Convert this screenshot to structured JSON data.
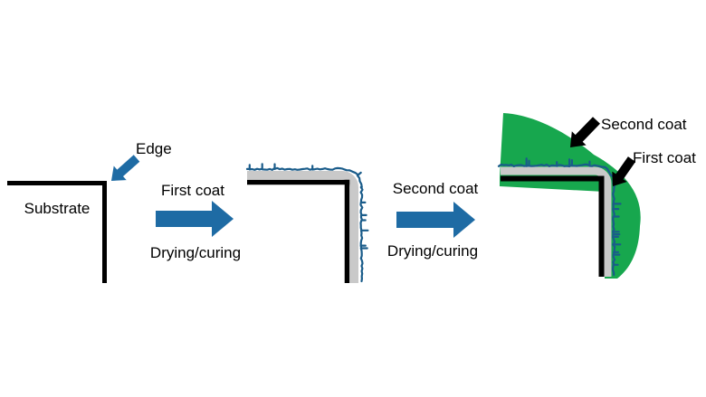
{
  "colors": {
    "process_arrow_blue": "#1e6ba4",
    "edge_arrow_blue": "#1e6ba4",
    "first_coat_gray": "#c9c9c9",
    "rough_surface_blue": "#1a5c8a",
    "second_coat_green": "#17a74e",
    "substrate_black": "#000000"
  },
  "labels": {
    "substrate": "Substrate",
    "edge": "Edge",
    "step1_top": "First coat",
    "step1_bottom": "Drying/curing",
    "step2_top": "Second coat",
    "step2_bottom": "Drying/curing",
    "annotation_second_coat": "Second coat",
    "annotation_first_coat": "First coat"
  }
}
